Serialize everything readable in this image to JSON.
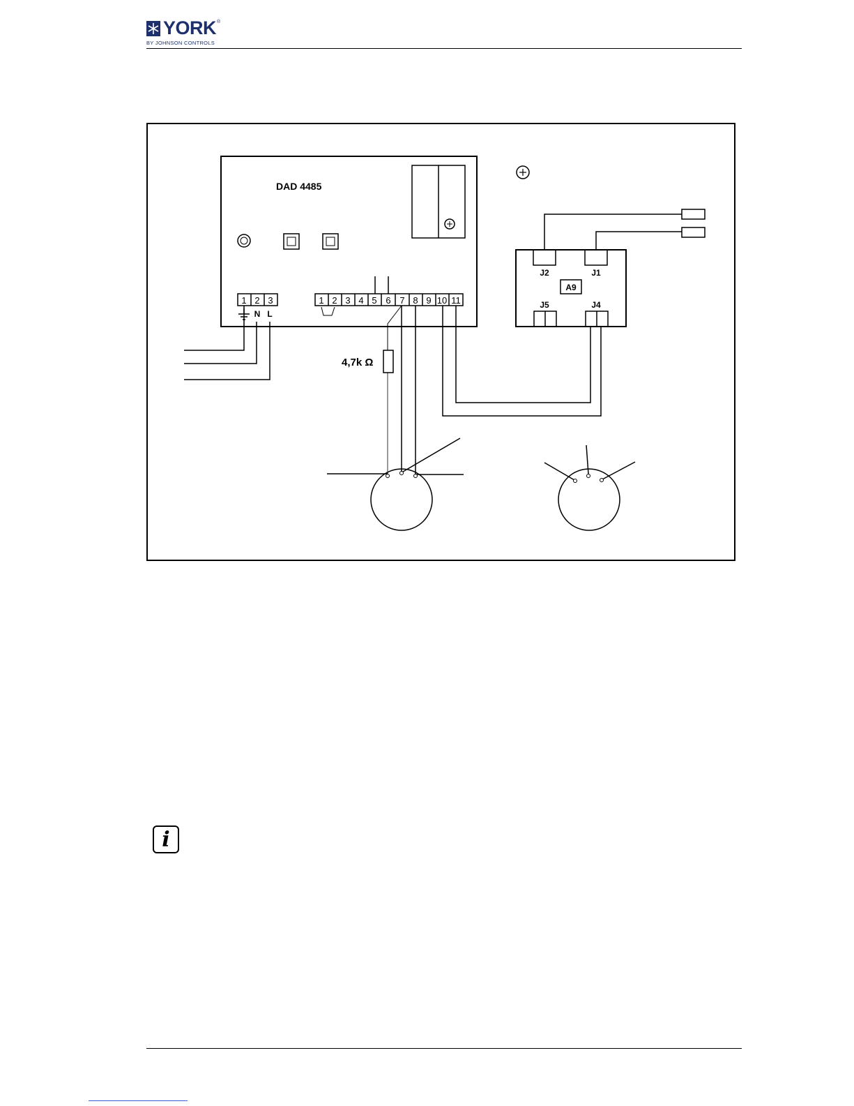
{
  "header": {
    "brand": "YORK",
    "brand_registered": "®",
    "brand_sub": "BY JOHNSON CONTROLS"
  },
  "diagram": {
    "controller_label": "DAD 4485",
    "power_terminals": [
      "1",
      "2",
      "3"
    ],
    "power_terminal_marks": [
      "N",
      "L"
    ],
    "signal_terminals": [
      "1",
      "2",
      "3",
      "4",
      "5",
      "6",
      "7",
      "8",
      "9",
      "10",
      "11"
    ],
    "resistor_label": "4,7k Ω",
    "board_label": "A9",
    "connectors": [
      "J2",
      "J1",
      "J5",
      "J4"
    ]
  },
  "note": {
    "icon": "info-icon",
    "glyph": "i"
  },
  "colors": {
    "brand": "#1e2f6e",
    "line": "#000000"
  }
}
